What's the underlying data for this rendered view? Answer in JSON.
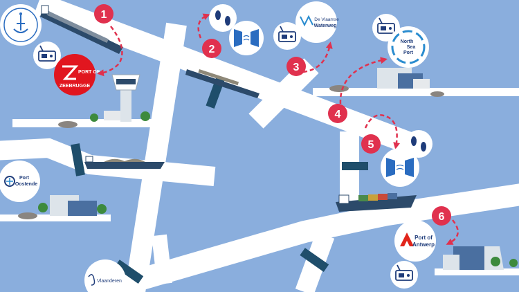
{
  "colors": {
    "water": "#8aaedd",
    "canal": "#ffffff",
    "lock": "#1f4e6b",
    "badge": "#e0314e",
    "arrow": "#e0314e",
    "zeebrugge_red": "#e1161f",
    "north_sea_blue": "#2a8ccf",
    "antwerp_red": "#e1251b",
    "navy": "#1f3c7a"
  },
  "steps": [
    {
      "number": "1"
    },
    {
      "number": "2"
    },
    {
      "number": "3"
    },
    {
      "number": "4"
    },
    {
      "number": "5"
    },
    {
      "number": "6"
    }
  ],
  "logos": {
    "nautical_service": {
      "icon": "anchor-crest-icon"
    },
    "zeebrugge": {
      "line1": "PORT OF",
      "line2": "ZEEBRUGGE"
    },
    "vlaamse_waterweg": {
      "line1": "De Vlaamse",
      "line2": "Waterweg"
    },
    "north_sea_port": {
      "line1": "North",
      "line2": "Sea",
      "line3": "Port"
    },
    "port_oostende": {
      "line1": "Port",
      "line2": "Oostende"
    },
    "port_antwerp": {
      "line1": "Port of",
      "line2": "Antwerp"
    },
    "vlaanderen": {
      "line1": "Vlaanderen"
    }
  },
  "icons": {
    "radio": "radio-transceiver-icon",
    "footsteps": "footsteps-icon",
    "lock_gate": "lock-gate-icon",
    "control_tower": "control-tower-icon",
    "ship": "cargo-ship-icon"
  }
}
